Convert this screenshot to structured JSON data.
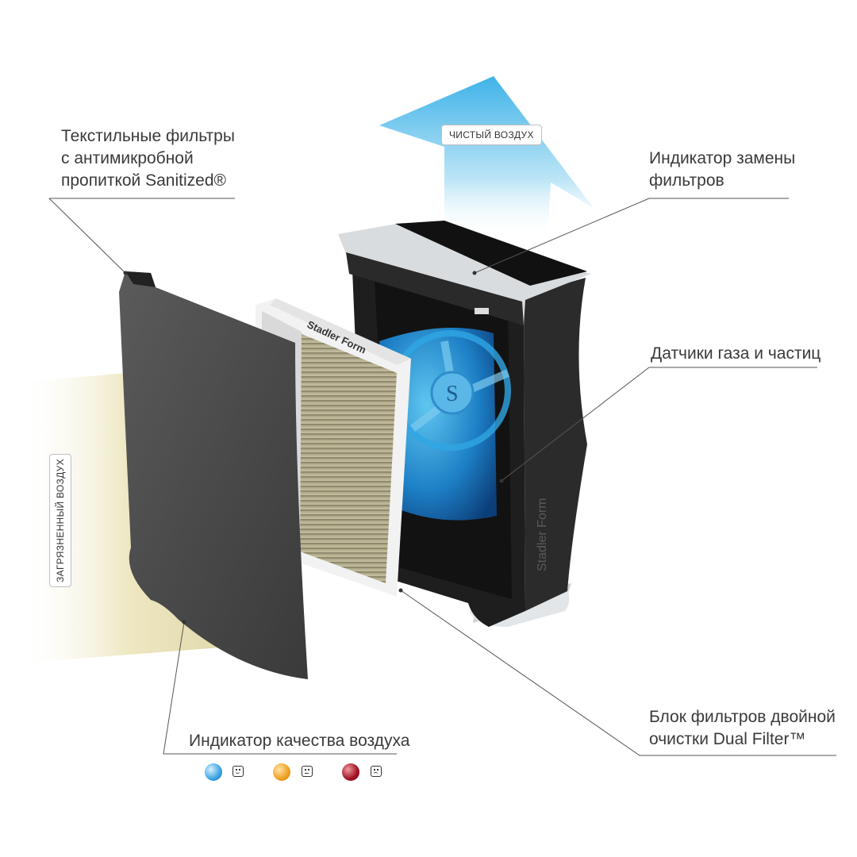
{
  "callouts": {
    "textile_filters": [
      "Текстильные фильтры",
      "с антимикробной",
      "пропиткой Sanitized®"
    ],
    "filter_replacement": [
      "Индикатор замены",
      "фильтров"
    ],
    "sensors": "Датчики газа и частиц",
    "dual_filter": [
      "Блок фильтров двойной",
      "очистки Dual Filter™"
    ],
    "air_quality": "Индикатор качества воздуха"
  },
  "tags": {
    "clean_air": "ЧИСТЫЙ ВОЗДУХ",
    "dirty_air": "ЗАГРЯЗНЕННЫЙ ВОЗДУХ"
  },
  "brand": "Stadler Form",
  "fan_logo": "S",
  "air_quality_levels": [
    {
      "state": "good",
      "color": "#3aa3e0",
      "icon": "happy-face-icon"
    },
    {
      "state": "moderate",
      "color": "#f0a020",
      "icon": "neutral-face-icon"
    },
    {
      "state": "poor",
      "color": "#a01020",
      "icon": "sad-face-icon"
    }
  ],
  "colors": {
    "clean_air_arrow": "#4ab8ea",
    "dirty_air": "#e6dfb0",
    "text": "#3a3a3a",
    "leader_lines": "#555555"
  }
}
